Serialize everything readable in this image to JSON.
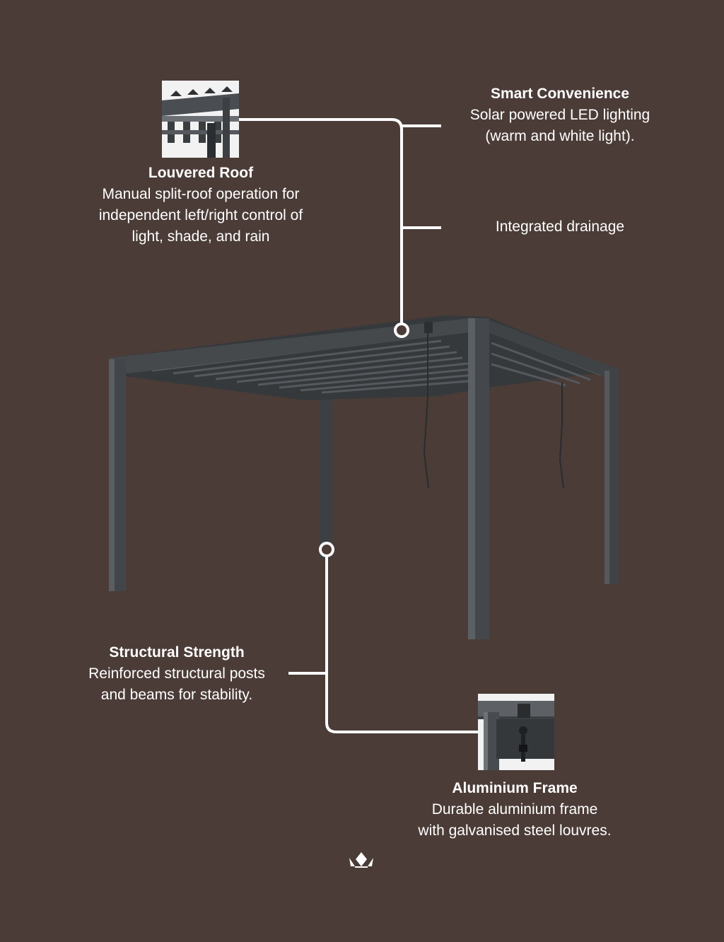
{
  "features": {
    "louvered_roof": {
      "title": "Louvered Roof",
      "desc": "Manual split-roof operation for\nindependent left/right control of\nlight, shade, and rain",
      "thumb_icon": "louvered-roof-detail-photo"
    },
    "smart_convenience": {
      "title": "Smart Convenience",
      "desc": "Solar powered LED lighting\n(warm and white light)."
    },
    "drainage": {
      "desc": "Integrated drainage"
    },
    "structural_strength": {
      "title": "Structural Strength",
      "desc": "Reinforced structural posts\nand beams for stability."
    },
    "aluminium_frame": {
      "title": "Aluminium Frame",
      "desc": "Durable aluminium frame\nwith galvanised steel louvres.",
      "thumb_icon": "aluminium-frame-detail-photo"
    }
  },
  "product_image": "pergola-illustration",
  "brand_logo": "crown-logo-icon",
  "colors": {
    "background": "#4b3c37",
    "frame": "#3e4144",
    "callout_line": "#ffffff"
  }
}
